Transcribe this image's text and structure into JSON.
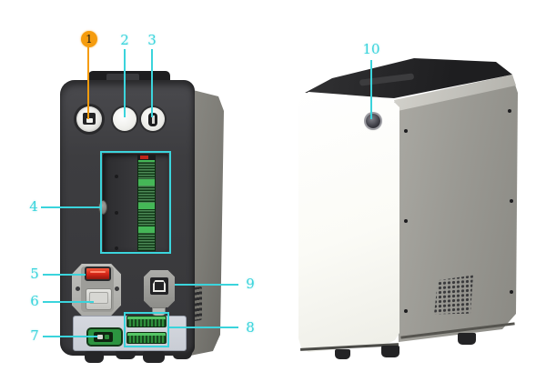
{
  "colors": {
    "accent": "#3bd4dc",
    "badge": "#f59c0e",
    "body-dark": "#3d3d40",
    "body-side": "#7d7c76",
    "front-white": "#fbfbf6",
    "front-side": "#9b9a94",
    "pcb-green": "#2c9440",
    "switch-red": "#d32417",
    "panel-gray": "#c9cdd5"
  },
  "callouts": [
    {
      "label": "1"
    },
    {
      "label": "2"
    },
    {
      "label": "3"
    },
    {
      "label": "4"
    },
    {
      "label": "5"
    },
    {
      "label": "6"
    },
    {
      "label": "7"
    },
    {
      "label": "8"
    },
    {
      "label": "9"
    },
    {
      "label": "10"
    }
  ]
}
